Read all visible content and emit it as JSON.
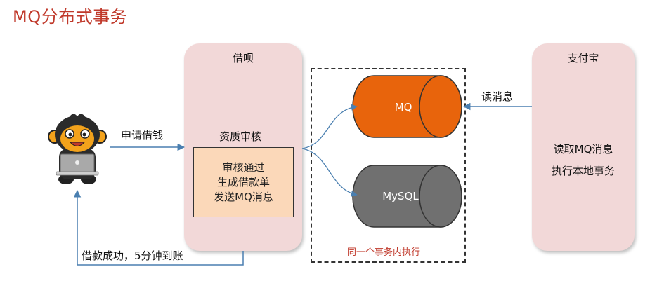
{
  "title": "MQ分布式事务",
  "user": {
    "icon": "monkey-laptop-icon"
  },
  "edges": {
    "request_label": "申请借钱",
    "return_label": "借款成功，5分钟到账",
    "read_label": "读消息"
  },
  "jiebei": {
    "name": "借呗",
    "review_label": "资质审核",
    "steps": [
      "审核通过",
      "生成借款单",
      "发送MQ消息"
    ]
  },
  "transaction": {
    "caption": "同一个事务内执行",
    "mq_label": "MQ",
    "mysql_label": "MySQL"
  },
  "alipay": {
    "name": "支付宝",
    "lines": [
      "读取MQ消息",
      "执行本地事务"
    ]
  },
  "colors": {
    "title": "#c0392b",
    "panel": "#f2d8d8",
    "process": "#fbd8b9",
    "mq": "#e8640c",
    "mysql": "#707070",
    "arrow": "#4a7fb0"
  }
}
